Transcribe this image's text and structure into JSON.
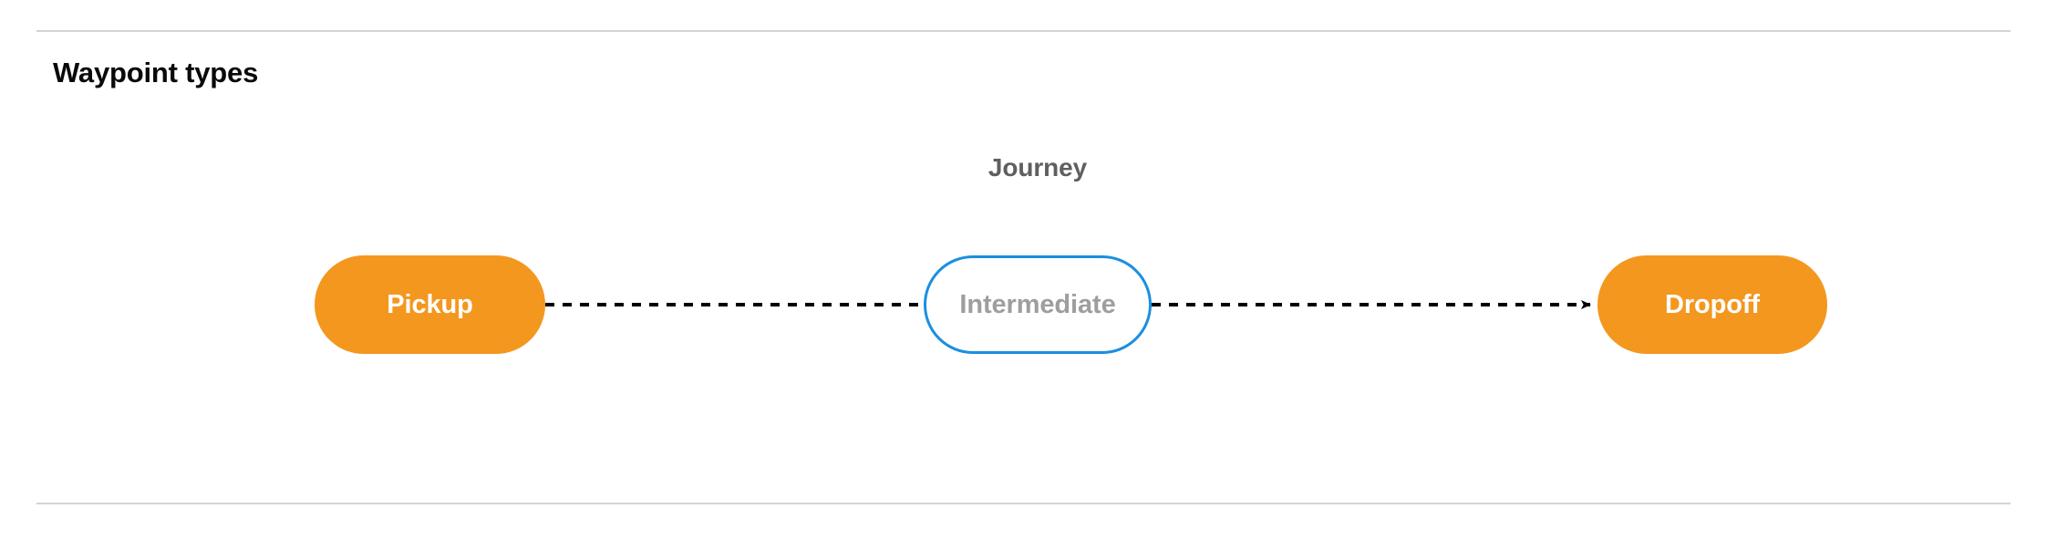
{
  "section": {
    "title": "Waypoint types"
  },
  "diagram": {
    "group_label": "Journey",
    "nodes": [
      {
        "id": "pickup",
        "label": "Pickup",
        "style": "filled",
        "fill": "#F4971F",
        "text_color": "#FFFFFF"
      },
      {
        "id": "intermediate",
        "label": "Intermediate",
        "style": "outlined",
        "fill": "#FFFFFF",
        "border_color": "#1A8FE0",
        "text_color": "#9E9E9E"
      },
      {
        "id": "dropoff",
        "label": "Dropoff",
        "style": "filled",
        "fill": "#F4971F",
        "text_color": "#FFFFFF"
      }
    ],
    "connectors": [
      {
        "from": "pickup",
        "to": "intermediate",
        "line_style": "dashed",
        "color": "#000000",
        "arrowhead": false
      },
      {
        "from": "intermediate",
        "to": "dropoff",
        "line_style": "dashed",
        "color": "#000000",
        "arrowhead": true
      }
    ]
  },
  "colors": {
    "accent_orange": "#F4971F",
    "accent_blue": "#1A8FE0",
    "divider": "#D4D4D4",
    "label_gray": "#5F5F5F",
    "title_black": "#0A0A0A"
  }
}
